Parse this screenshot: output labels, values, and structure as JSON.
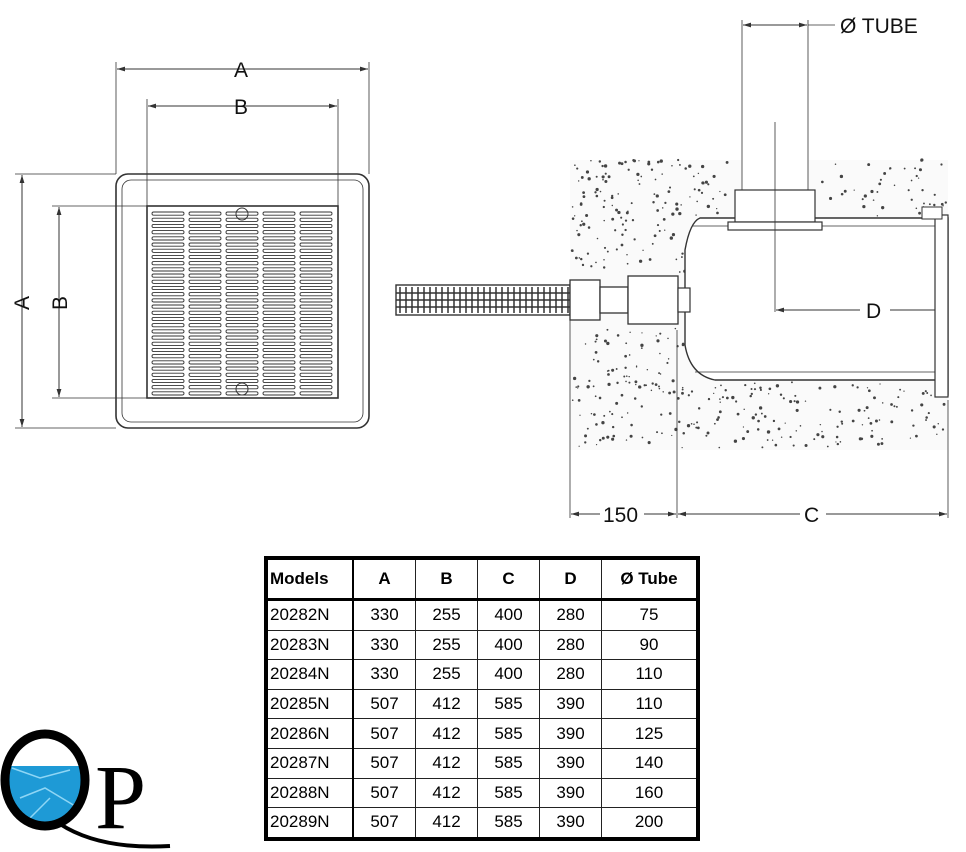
{
  "front_view": {
    "dim_a_top": "A",
    "dim_b_top": "B",
    "dim_a_side": "A",
    "dim_b_side": "B"
  },
  "section_view": {
    "tube_label": "Ø TUBE",
    "dim_d": "D",
    "dim_150": "150",
    "dim_c": "C"
  },
  "table": {
    "headers": [
      "Models",
      "A",
      "B",
      "C",
      "D",
      "Ø Tube"
    ],
    "rows": [
      [
        "20282N",
        "330",
        "255",
        "400",
        "280",
        "75"
      ],
      [
        "20283N",
        "330",
        "255",
        "400",
        "280",
        "90"
      ],
      [
        "20284N",
        "330",
        "255",
        "400",
        "280",
        "110"
      ],
      [
        "20285N",
        "507",
        "412",
        "585",
        "390",
        "110"
      ],
      [
        "20286N",
        "507",
        "412",
        "585",
        "390",
        "125"
      ],
      [
        "20287N",
        "507",
        "412",
        "585",
        "390",
        "140"
      ],
      [
        "20288N",
        "507",
        "412",
        "585",
        "390",
        "160"
      ],
      [
        "20289N",
        "507",
        "412",
        "585",
        "390",
        "200"
      ]
    ]
  },
  "logo": {
    "text": "QP",
    "water_color": "#1e9ad6"
  }
}
